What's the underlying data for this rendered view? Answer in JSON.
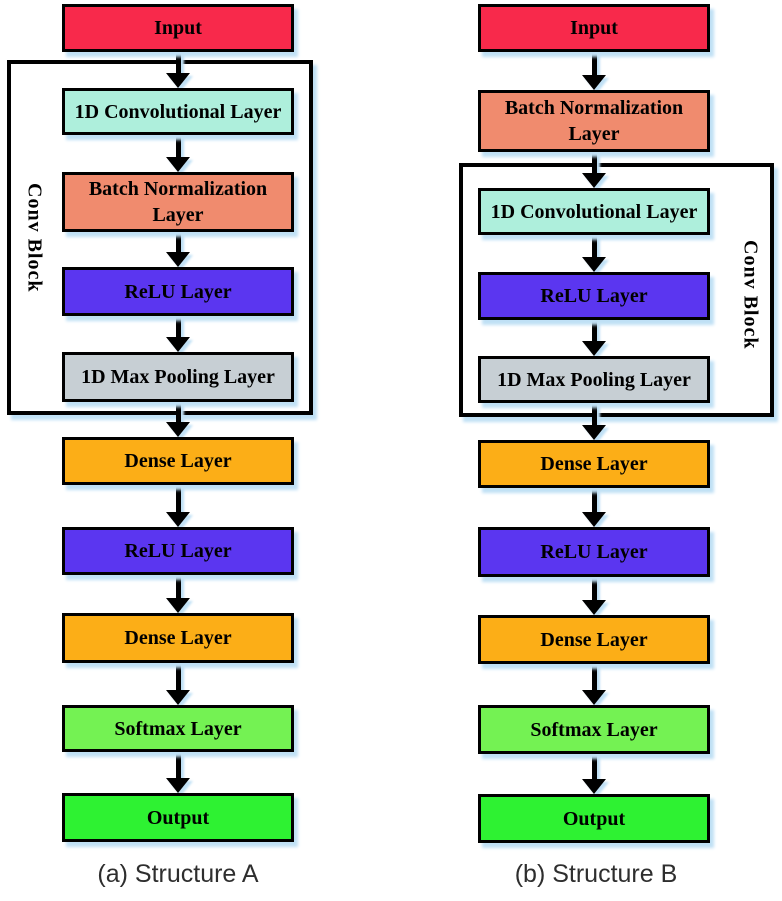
{
  "colors": {
    "input": "#F8294B",
    "conv1d": "#AEEFDC",
    "batchnorm": "#F08B6E",
    "relu": "#5B36F0",
    "maxpool": "#C7CFD4",
    "dense": "#FCAE17",
    "softmax": "#74F253",
    "output": "#2EF232",
    "box_shadow": "#BFE0F5"
  },
  "structure_a": {
    "caption": "(a) Structure A",
    "conv_block": {
      "label": "Conv Block",
      "members": [
        "1D Convolutional Layer",
        "Batch Normalization Layer",
        "ReLU Layer",
        "1D Max Pooling Layer"
      ]
    },
    "nodes": [
      {
        "label": "Input",
        "type": "input"
      },
      {
        "label": "1D Convolutional Layer",
        "type": "conv1d"
      },
      {
        "label": "Batch Normalization Layer",
        "type": "batchnorm"
      },
      {
        "label": "ReLU Layer",
        "type": "relu"
      },
      {
        "label": "1D Max Pooling Layer",
        "type": "maxpool"
      },
      {
        "label": "Dense Layer",
        "type": "dense"
      },
      {
        "label": "ReLU Layer",
        "type": "relu"
      },
      {
        "label": "Dense Layer",
        "type": "dense"
      },
      {
        "label": "Softmax Layer",
        "type": "softmax"
      },
      {
        "label": "Output",
        "type": "output"
      }
    ]
  },
  "structure_b": {
    "caption": "(b) Structure B",
    "conv_block": {
      "label": "Conv Block",
      "members": [
        "1D Convolutional Layer",
        "ReLU Layer",
        "1D Max Pooling Layer"
      ]
    },
    "nodes": [
      {
        "label": "Input",
        "type": "input"
      },
      {
        "label": "Batch Normalization Layer",
        "type": "batchnorm"
      },
      {
        "label": "1D Convolutional Layer",
        "type": "conv1d"
      },
      {
        "label": "ReLU Layer",
        "type": "relu"
      },
      {
        "label": "1D Max Pooling Layer",
        "type": "maxpool"
      },
      {
        "label": "Dense Layer",
        "type": "dense"
      },
      {
        "label": "ReLU Layer",
        "type": "relu"
      },
      {
        "label": "Dense Layer",
        "type": "dense"
      },
      {
        "label": "Softmax Layer",
        "type": "softmax"
      },
      {
        "label": "Output",
        "type": "output"
      }
    ]
  }
}
